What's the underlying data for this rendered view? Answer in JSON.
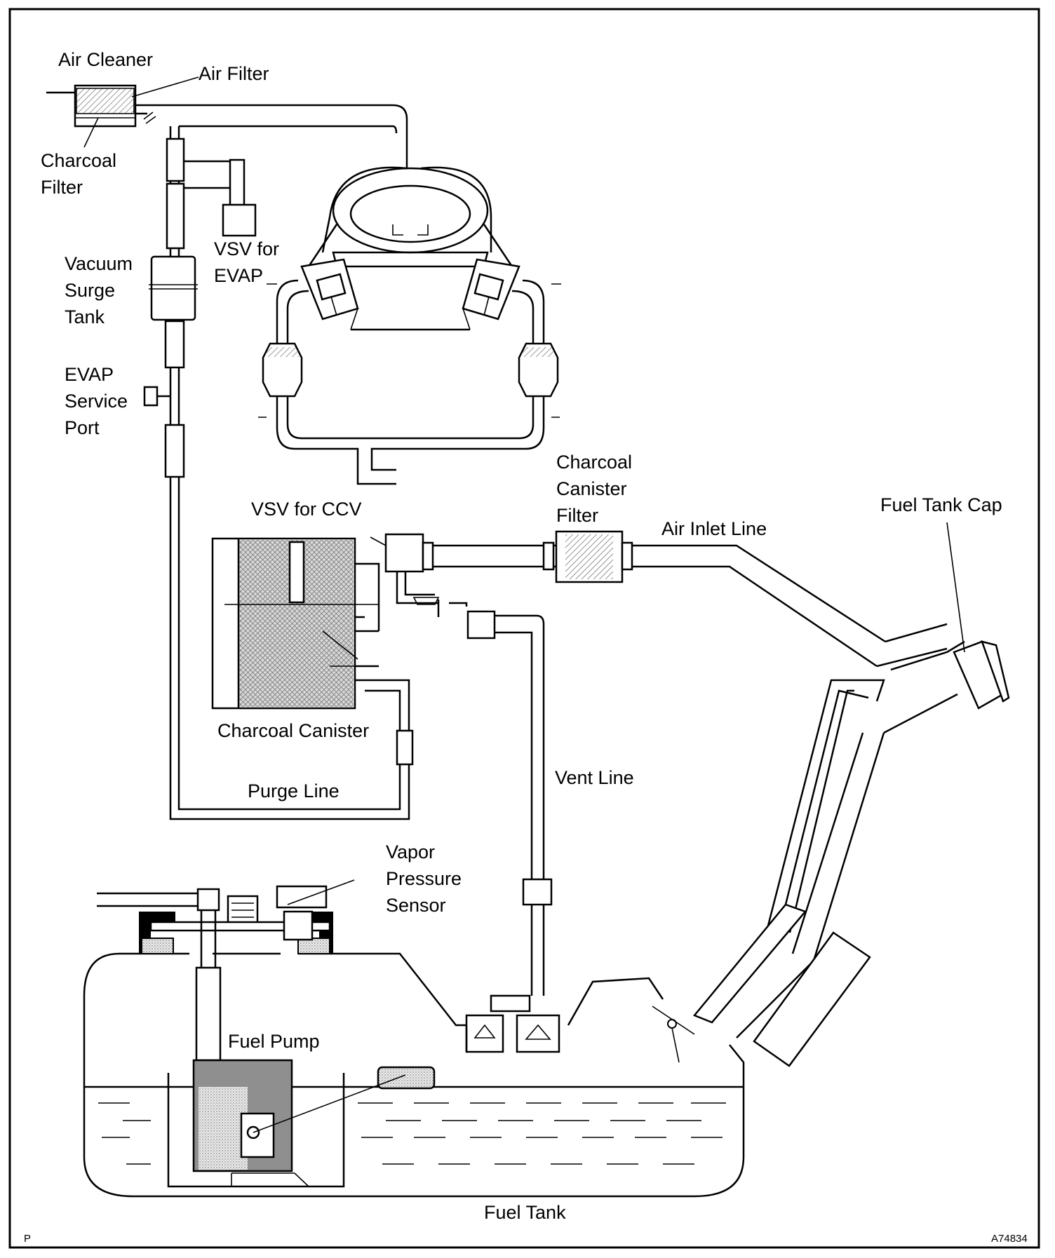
{
  "labels": {
    "air_cleaner": "Air Cleaner",
    "air_filter": "Air Filter",
    "charcoal_filter": [
      "Charcoal",
      "Filter"
    ],
    "vsv_evap": [
      "VSV for",
      "EVAP"
    ],
    "vacuum_surge_tank": [
      "Vacuum",
      "Surge",
      "Tank"
    ],
    "evap_service_port": [
      "EVAP",
      "Service",
      "Port"
    ],
    "vsv_ccv": "VSV for CCV",
    "charcoal_canister_filter": [
      "Charcoal",
      "Canister",
      "Filter"
    ],
    "air_inlet_line": "Air Inlet Line",
    "fuel_tank_cap": "Fuel Tank Cap",
    "charcoal_canister": "Charcoal Canister",
    "purge_line": "Purge Line",
    "vent_line": "Vent Line",
    "vapor_pressure_sensor": [
      "Vapor",
      "Pressure",
      "Sensor"
    ],
    "fuel_pump": "Fuel Pump",
    "fuel_tank": "Fuel Tank"
  },
  "corner": {
    "left": "P",
    "right": "A74834"
  }
}
